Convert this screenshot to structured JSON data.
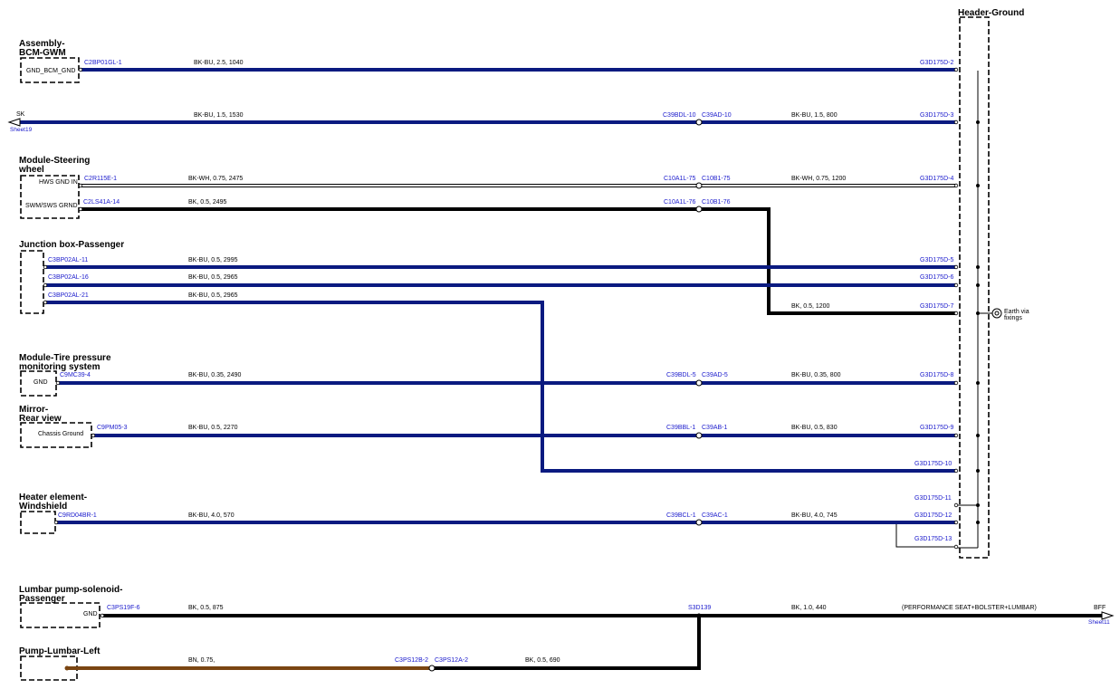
{
  "colors": {
    "BK-BU": "#0a1a80",
    "BK": "#000000",
    "BK-WH": "#ffffff",
    "BN": "#7a4512"
  },
  "header_title": "Header-Ground",
  "earth_label_line1": "Earth via",
  "earth_label_line2": "fixings",
  "components": [
    {
      "title1": "Assembly-",
      "title2": "BCM-GWM",
      "inner": "GND_BCM_GND"
    },
    {
      "title1": "Module-Steering",
      "title2": "wheel",
      "inner1": "HWS GND IN",
      "inner2": "SWM/SWS GRND"
    },
    {
      "title1": "Junction box-Passenger"
    },
    {
      "title1": "Module-Tire pressure",
      "title2": "monitoring system",
      "inner": "GND"
    },
    {
      "title1": "Mirror-",
      "title2": "Rear view",
      "inner": "Chassis Ground"
    },
    {
      "title1": "Heater element-",
      "title2": "Windshield"
    },
    {
      "title1": "Lumbar pump-solenoid-",
      "title2": "Passenger",
      "inner": "GND"
    },
    {
      "title1": "Pump-Lumbar-Left"
    }
  ],
  "off_sheet": [
    {
      "label": "SK",
      "sheet": "Sheet19"
    },
    {
      "label": "BFF",
      "sheet": "Sheet11"
    }
  ],
  "wires": [
    {
      "color": "BK-BU",
      "from_pin": "C2BP01GL-1",
      "spec1": "BK-BU,  2.5,  1040",
      "to_pin": "G3D175D-2"
    },
    {
      "color": "BK-BU",
      "spec1": "BK-BU,  1.5,  1530",
      "inline_left": "C39BDL-10",
      "inline_right": "C39AD-10",
      "spec2": "BK-BU,  1.5,  800",
      "to_pin": "G3D175D-3"
    },
    {
      "color": "BK-WH",
      "from_pin": "C2R115E-1",
      "spec1": "BK-WH,  0.75,  2475",
      "inline_left": "C10A1L-75",
      "inline_right": "C10B1-75",
      "spec2": "BK-WH,  0.75,  1200",
      "to_pin": "G3D175D-4"
    },
    {
      "color": "BK",
      "from_pin": "C2LS41A-14",
      "spec1": "BK,  0.5,  2495",
      "inline_left": "C10A1L-76",
      "inline_right": "C10B1-76",
      "spec2": "BK,  0.5,  1200",
      "to_pin": "G3D175D-7"
    },
    {
      "color": "BK-BU",
      "from_pin": "C3BP02AL-11",
      "spec1": "BK-BU,  0.5,  2995",
      "to_pin": "G3D175D-5"
    },
    {
      "color": "BK-BU",
      "from_pin": "C3BP02AL-16",
      "spec1": "BK-BU,  0.5,  2965",
      "to_pin": "G3D175D-6"
    },
    {
      "color": "BK-BU",
      "from_pin": "C3BP02AL-21",
      "spec1": "BK-BU,  0.5,  2965",
      "to_pin": "G3D175D-10"
    },
    {
      "color": "BK-BU",
      "from_pin": "C9MC39-4",
      "spec1": "BK-BU,  0.35,  2490",
      "inline_left": "C39BDL-5",
      "inline_right": "C39AD-5",
      "spec2": "BK-BU,  0.35,  800",
      "to_pin": "G3D175D-8"
    },
    {
      "color": "BK-BU",
      "from_pin": "C9PM05-3",
      "spec1": "BK-BU,  0.5,  2270",
      "inline_left": "C39BBL-1",
      "inline_right": "C39AB-1",
      "spec2": "BK-BU,  0.5,  830",
      "to_pin": "G3D175D-9"
    },
    {
      "color": "BK-BU",
      "from_pin": "C9RD04BR-1",
      "spec1": "BK-BU,  4.0,  570",
      "inline_left": "C39BCL-1",
      "inline_right": "C39AC-1",
      "spec2": "BK-BU,  4.0,  745",
      "to_pin": "G3D175D-12"
    },
    {
      "color": "BK",
      "from_pin": "C3PS19F-6",
      "spec1": "BK,  0.5,  875",
      "splice": "S3D139",
      "spec2": "BK,  1.0,  440",
      "note": "(PERFORMANCE SEAT+BOLSTER+LUMBAR)"
    },
    {
      "color": "BN",
      "spec1": "BN,  0.75,",
      "inline_left": "C3PS12B-2",
      "inline_right": "C3PS12A-2",
      "spec2": "BK,  0.5,  690"
    }
  ],
  "unused_pins": [
    "G3D175D-11",
    "G3D175D-13"
  ]
}
